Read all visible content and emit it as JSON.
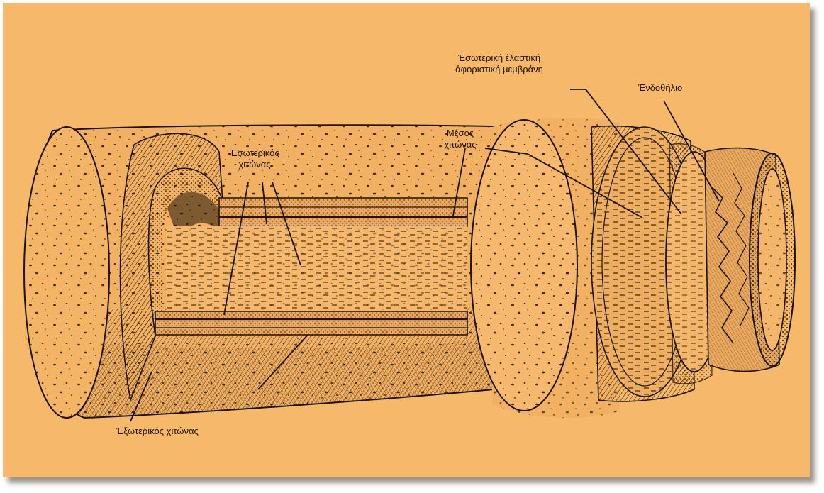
{
  "diagram": {
    "colors": {
      "background": "#f6b869",
      "ink": "#1a1208"
    },
    "labels": {
      "inner_elastic_line1": "Έσωτερική έλαστική",
      "inner_elastic_line2": "άφοριστική μεμβράνη",
      "endothelium": "Ένδοθήλιο",
      "inner_tunic_line1": "Έσωτερικός",
      "inner_tunic_line2": "χιτώνας",
      "middle_tunic_line1": "Μέσος",
      "middle_tunic_line2": "χιτώνας",
      "outer_tunic": "Έξωτερικός χιτώνας"
    }
  }
}
